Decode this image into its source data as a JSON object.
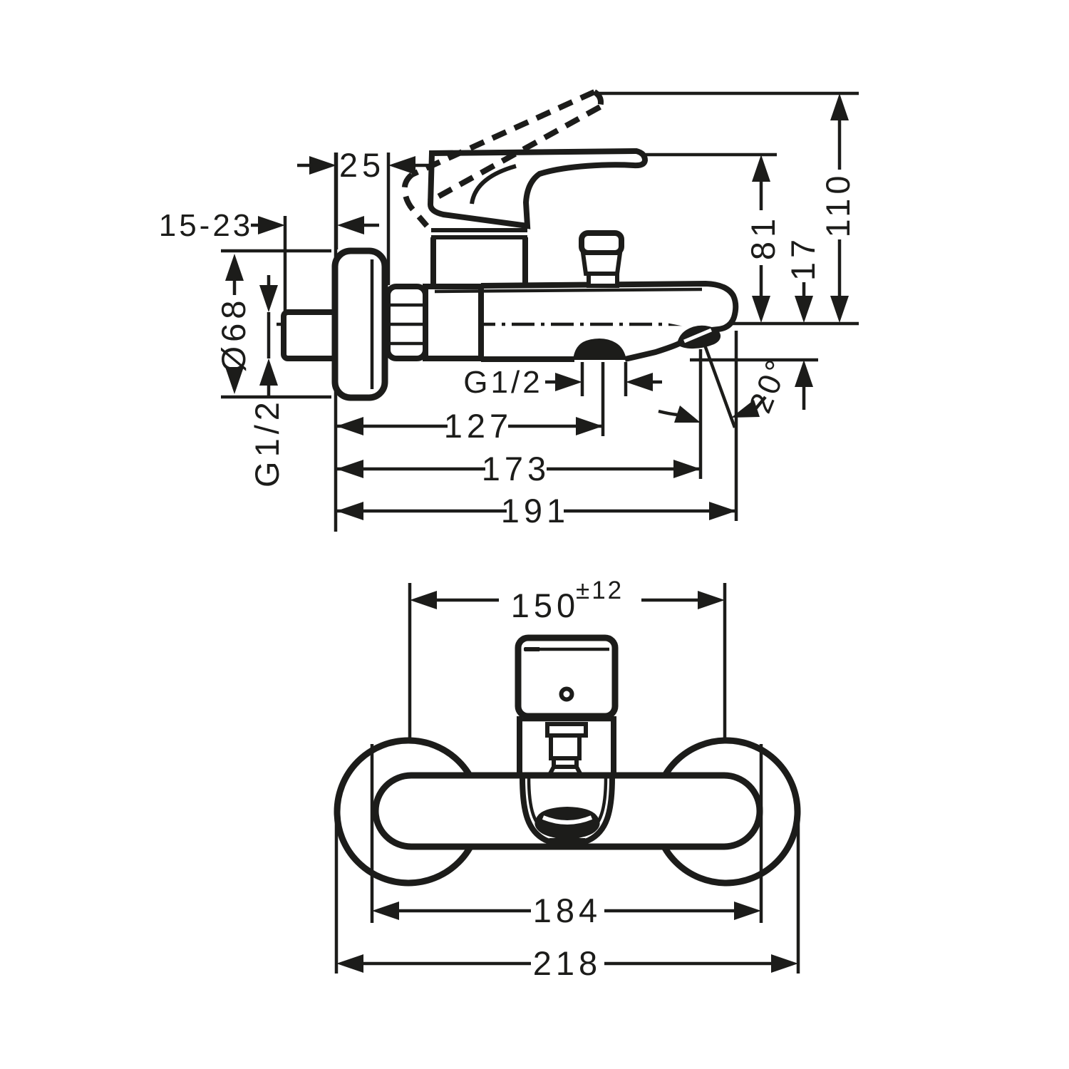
{
  "drawing": {
    "kind": "bath-mixer technical dimension drawing",
    "views": [
      "side view",
      "front view"
    ],
    "line_color": "#1c1c1a",
    "background": "#ffffff"
  },
  "side_view": {
    "dim_wall_protrusion": "15-23",
    "dim_escutcheon_depth": "25",
    "dim_escutcheon_diameter": "Ø68",
    "dim_supply_thread": "G1/2",
    "dim_outlet_thread": "G1/2",
    "dim_reach_aerator": "127",
    "dim_reach_outlet": "173",
    "dim_reach_total": "191",
    "dim_height_handle": "81",
    "dim_height_open_lever": "110",
    "dim_spout_drop": "17",
    "dim_spout_angle": "20°"
  },
  "front_view": {
    "dim_connection_centers": "150",
    "dim_connection_tolerance": "±12",
    "dim_body_length": "184",
    "dim_total_width": "218"
  }
}
